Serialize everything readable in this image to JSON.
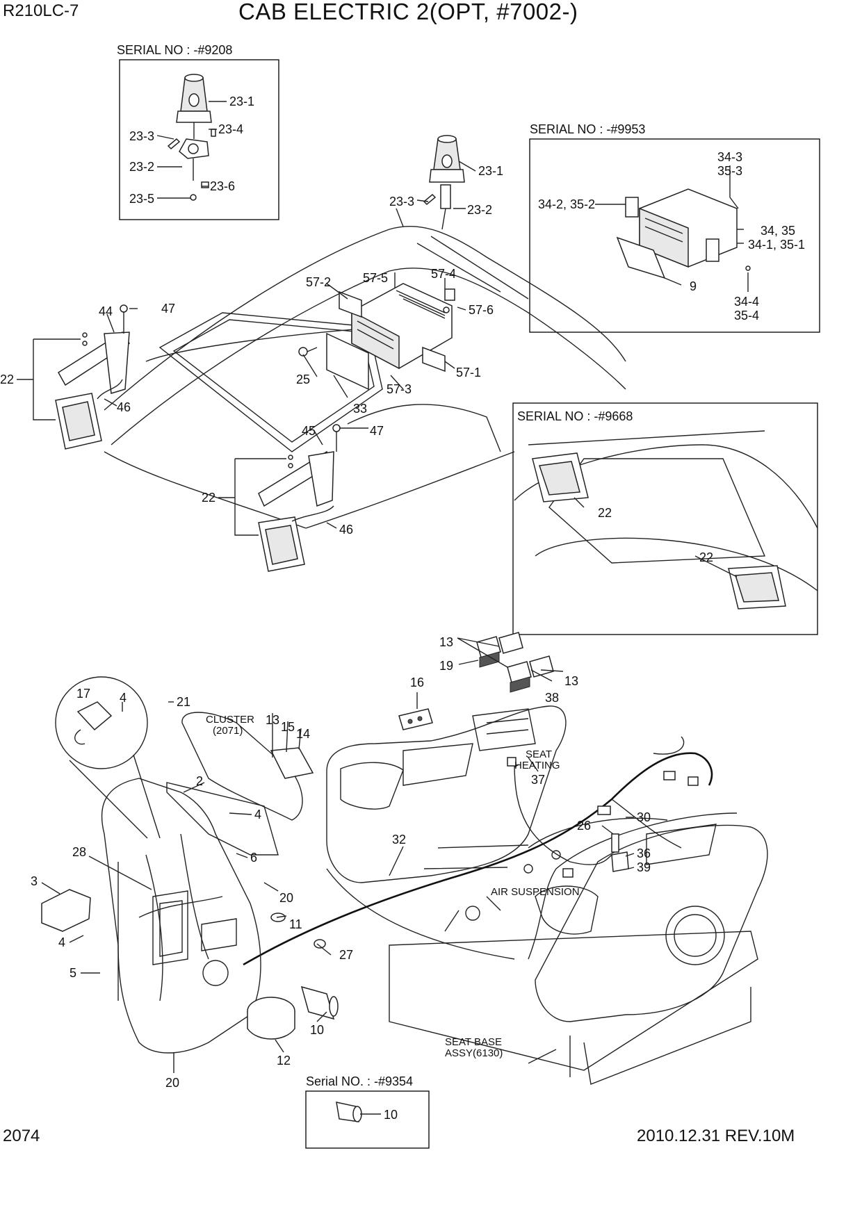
{
  "header": {
    "model": "R210LC-7",
    "title": "CAB ELECTRIC 2(OPT, #7002-)"
  },
  "footer": {
    "page": "2074",
    "date_rev": "2010.12.31  REV.10M"
  },
  "insets": {
    "serial_9208": "SERIAL NO : -#9208",
    "serial_9953": "SERIAL NO : -#9953",
    "serial_9668": "SERIAL NO : -#9668",
    "serial_9354": "Serial NO. : -#9354"
  },
  "notes": {
    "cluster": "CLUSTER",
    "cluster_ref": "(2071)",
    "seat_heating_1": "SEAT",
    "seat_heating_2": "HEATING",
    "air_suspension": "AIR SUSPENSION",
    "seat_base_1": "SEAT BASE",
    "seat_base_2": "ASSY(6130)"
  },
  "callouts": [
    "23-1",
    "23-3",
    "23-4",
    "23-2",
    "23-6",
    "23-5",
    "23-1",
    "23-3",
    "23-2",
    "34-3",
    "35-3",
    "34-2, 35-2",
    "34, 35",
    "34-1, 35-1",
    "9",
    "34-4",
    "35-4",
    "57-2",
    "57-5",
    "57-4",
    "57-6",
    "57-3",
    "57-1",
    "25",
    "33",
    "44",
    "47",
    "22",
    "46",
    "45",
    "47",
    "22",
    "46",
    "22",
    "22",
    "13",
    "19",
    "13",
    "38",
    "16",
    "17",
    "4",
    "21",
    "13",
    "15",
    "14",
    "2",
    "4",
    "6",
    "28",
    "3",
    "4",
    "5",
    "20",
    "11",
    "27",
    "10",
    "12",
    "20",
    "32",
    "37",
    "26",
    "30",
    "36",
    "39",
    "10"
  ]
}
